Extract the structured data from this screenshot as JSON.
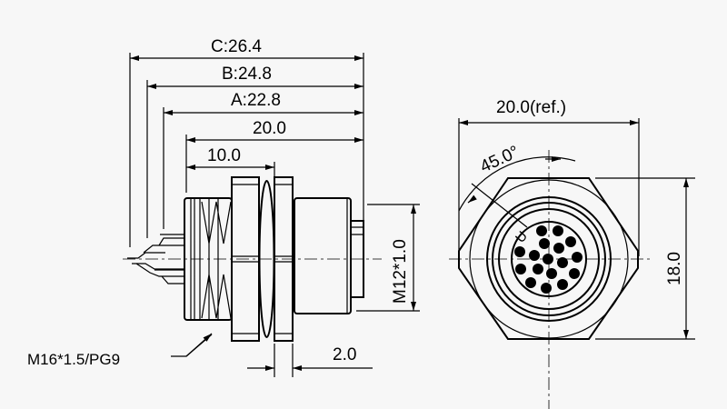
{
  "side_view": {
    "dim_c": "C:26.4",
    "dim_b": "B:24.8",
    "dim_a": "A:22.8",
    "dim_20": "20.0",
    "dim_10": "10.0",
    "dim_m12": "M12*1.0",
    "dim_2": "2.0",
    "thread_label": "M16*1.5/PG9"
  },
  "front_view": {
    "dim_width": "20.0(ref.)",
    "dim_angle": "45.0°",
    "dim_height": "18.0",
    "key_mark": "U"
  }
}
